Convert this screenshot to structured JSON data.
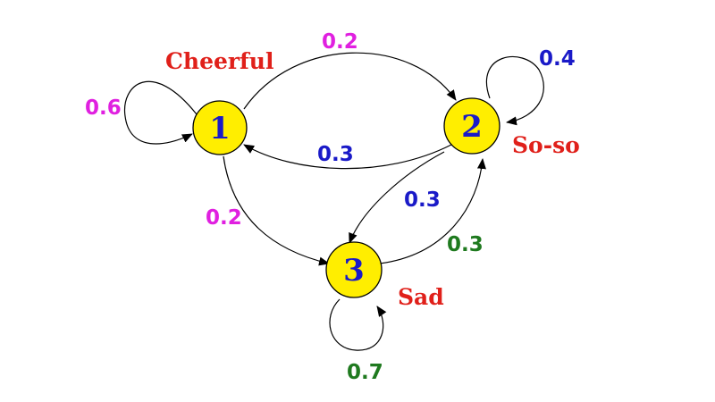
{
  "colors": {
    "node_fill": "#ffee00",
    "node_id": "#1a1ac8",
    "state_label": "#e0201a",
    "magenta": "#e020e0",
    "blue": "#1a1ac8",
    "green": "#1f7a1f"
  },
  "states": [
    {
      "id": "1",
      "label": "Cheerful"
    },
    {
      "id": "2",
      "label": "So-so"
    },
    {
      "id": "3",
      "label": "Sad"
    }
  ],
  "transitions": [
    {
      "from": "1",
      "to": "1",
      "probability": "0.6",
      "color": "magenta"
    },
    {
      "from": "1",
      "to": "2",
      "probability": "0.2",
      "color": "magenta"
    },
    {
      "from": "1",
      "to": "3",
      "probability": "0.2",
      "color": "magenta"
    },
    {
      "from": "2",
      "to": "2",
      "probability": "0.4",
      "color": "blue"
    },
    {
      "from": "2",
      "to": "1",
      "probability": "0.3",
      "color": "blue"
    },
    {
      "from": "2",
      "to": "3",
      "probability": "0.3",
      "color": "blue"
    },
    {
      "from": "3",
      "to": "3",
      "probability": "0.7",
      "color": "green"
    },
    {
      "from": "3",
      "to": "2",
      "probability": "0.3",
      "color": "green"
    }
  ]
}
